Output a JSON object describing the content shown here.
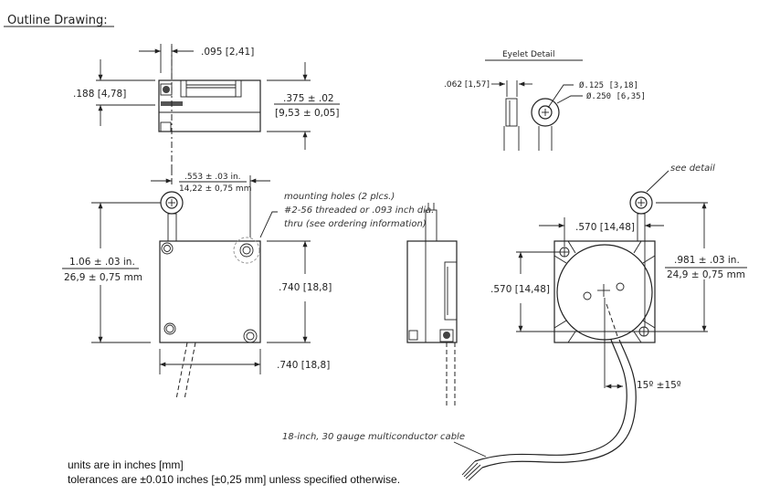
{
  "title": "Outline Drawing:",
  "top_view": {
    "width_offset": ".095 [2,41]",
    "height_small": ".188 [4,78]",
    "height_total_in": ".375 ± .02",
    "height_total_mm": "[9,53 ± 0,05]"
  },
  "eyelet_detail": {
    "title": "Eyelet Detail",
    "thickness": ".062 [1,57]",
    "inner_dia": "Ø.125 [3,18]",
    "outer_dia": "Ø.250 [6,35]"
  },
  "front_view": {
    "eyelet_offset_in": ".553 ± .03 in.",
    "eyelet_offset_mm": "14,22 ± 0,75 mm",
    "height_in": "1.06 ± .03 in.",
    "height_mm": "26,9 ± 0,75 mm",
    "body_height": ".740 [18,8]",
    "body_width": ".740 [18,8]",
    "mounting_note": [
      "mounting holes (2 plcs.)",
      "#2-56 threaded or .093 inch dia.",
      "thru (see ordering information)"
    ]
  },
  "rear_view": {
    "see_detail": "see detail",
    "hole_spacing_h": ".570 [14,48]",
    "hole_spacing_v": ".570 [14,48]",
    "eyelet_height_in": ".981 ± .03 in.",
    "eyelet_height_mm": "24,9 ± 0,75 mm",
    "cable_angle": "15º ±15º",
    "cable_note": "18-inch, 30 gauge multiconductor cable"
  },
  "notes": {
    "units": "units are in inches [mm]",
    "tolerances": "tolerances are ±0.010 inches [±0,25 mm] unless specified otherwise."
  }
}
